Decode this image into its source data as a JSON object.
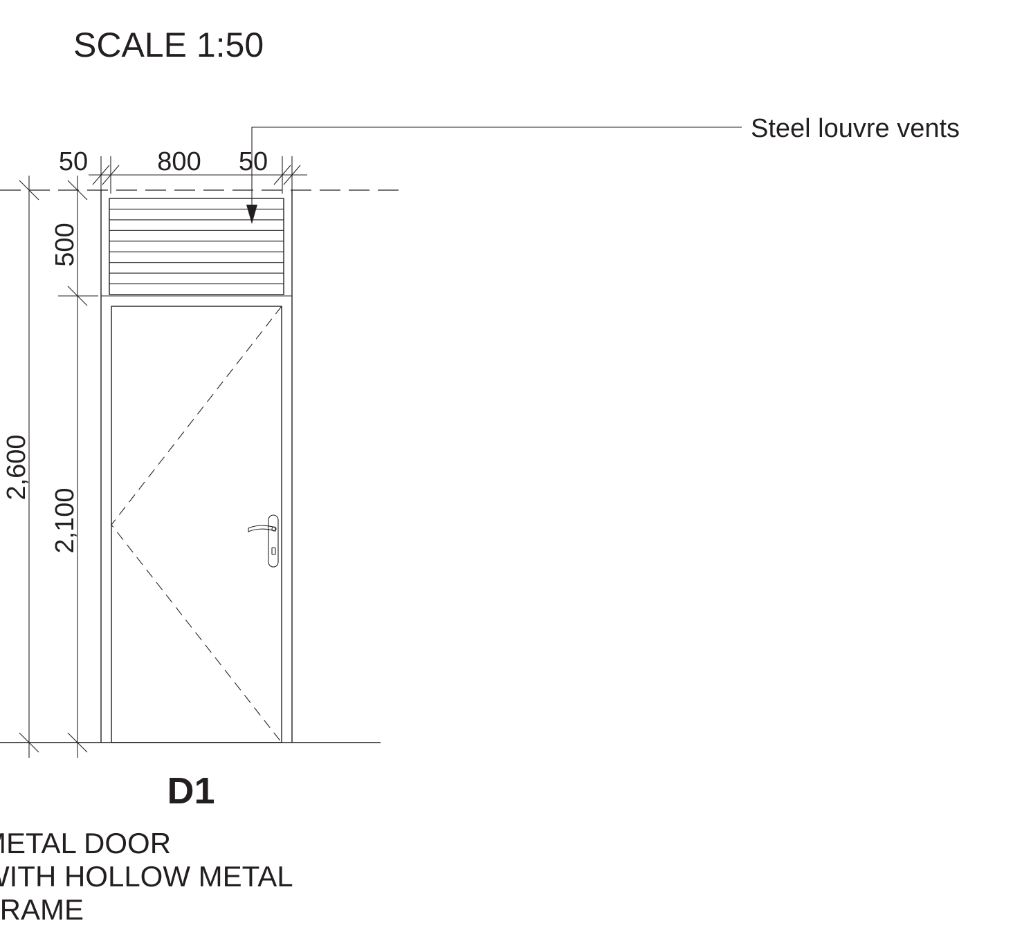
{
  "drawing": {
    "scale_label": "SCALE 1:50",
    "callout": "Steel louvre vents",
    "tag": "D1",
    "description_lines": [
      "METAL  DOOR",
      "WITH HOLLOW METAL",
      "FRAME"
    ],
    "dimensions": {
      "left_frame": "50",
      "door_width": "800",
      "right_frame": "50",
      "louvre_height": "500",
      "door_height": "2,100",
      "overall_height": "2,600"
    },
    "louvre_slat_count": 8
  }
}
